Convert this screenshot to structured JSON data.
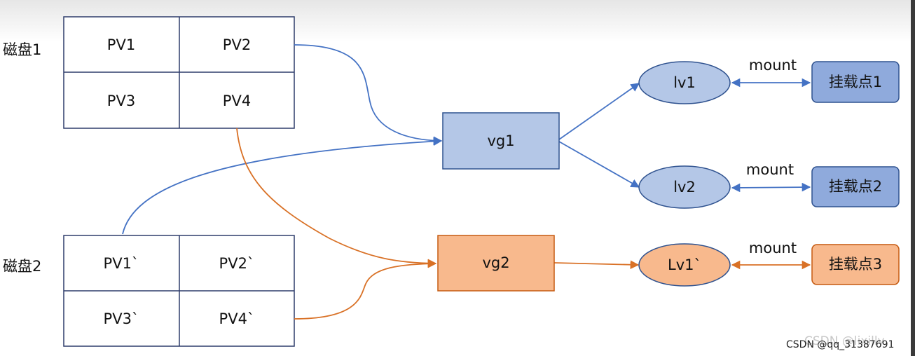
{
  "disks": [
    {
      "label": "磁盘1",
      "cells": [
        "PV1",
        "PV2",
        "PV3",
        "PV4"
      ]
    },
    {
      "label": "磁盘2",
      "cells": [
        "PV1`",
        "PV2`",
        "PV3`",
        "PV4`"
      ]
    }
  ],
  "volume_groups": [
    {
      "label": "vg1",
      "color": "#b4c7e7",
      "border": "#2f528f"
    },
    {
      "label": "vg2",
      "color": "#f8b98d",
      "border": "#c55a11"
    }
  ],
  "logical_volumes": [
    {
      "label": "lv1"
    },
    {
      "label": "lv2"
    },
    {
      "label": "Lv1`"
    }
  ],
  "mount_points": [
    {
      "label": "挂载点1"
    },
    {
      "label": "挂载点2"
    },
    {
      "label": "挂载点3"
    }
  ],
  "mount_labels": [
    "mount",
    "mount",
    "mount"
  ],
  "colors": {
    "blue_line": "#4472c4",
    "orange_line": "#d97126",
    "lv_blue": "#b4c7e7",
    "lv_orange": "#f8b98d",
    "mp_blue": "#8faadc",
    "mp_orange": "#f8b98d",
    "cell_border": "#2f3d6b"
  },
  "watermark": {
    "main": "CSDN @lixilly",
    "sub": "CSDN @qq_31387691"
  }
}
